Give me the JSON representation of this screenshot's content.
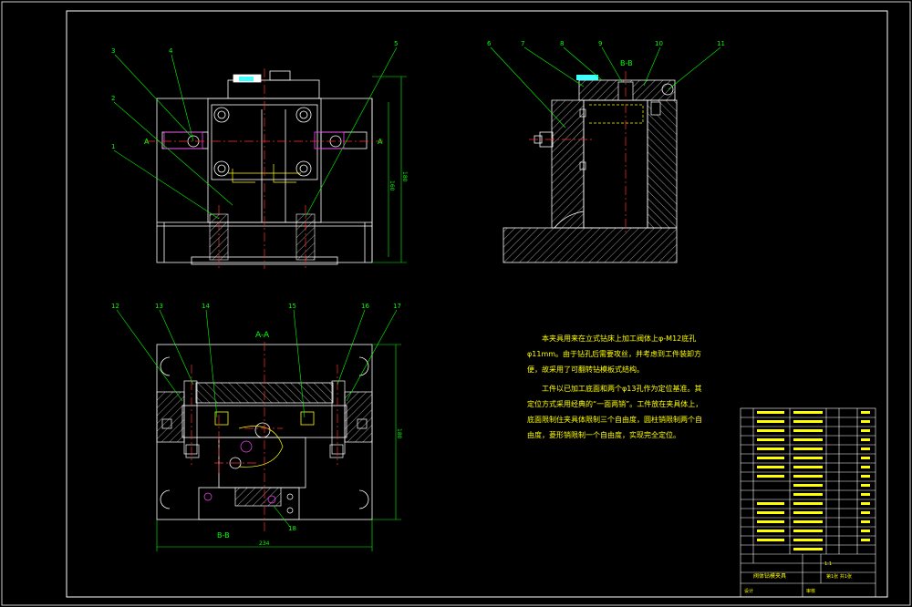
{
  "colors": {
    "background": "#000000",
    "outline": "#ffffff",
    "hatch": "#ffffff",
    "leader": "#00ff00",
    "center_line": "#ff3030",
    "hidden_line": "#ffff00",
    "text": "#ffff00",
    "dimension": "#00ff00",
    "accent_magenta": "#ff40ff",
    "accent_cyan": "#40ffff"
  },
  "views": {
    "front_balloons": [
      "3",
      "4",
      "2",
      "1",
      "5"
    ],
    "section_a_label": "A",
    "side_balloons": [
      "6",
      "7",
      "8",
      "9",
      "10",
      "11"
    ],
    "section_bb_title": "B-B",
    "section_aa_title": "A-A",
    "section_aa_balloons": [
      "12",
      "13",
      "14",
      "15",
      "16",
      "17",
      "18"
    ],
    "section_b_label": "B-B",
    "dimensions": {
      "front_height": "180",
      "front_height_inner": "160",
      "section_height": "180",
      "section_width": "234"
    }
  },
  "notes": {
    "paragraph1": "本夹具用来在立式钻床上加工阀体上φ-M12底孔φ11mm。由于钻孔后需要攻丝，并考虑到工件装卸方便，故采用了可翻转钻模板式结构。",
    "paragraph2": "工件以已加工底面和两个φ13孔作为定位基准。其定位方式采用经典的“一面两销”。工件放在夹具体上，底面限制住夹具体限制三个自由度，圆柱销限制两个自由度，菱形销限制一个自由度，实现完全定位。"
  },
  "title_block": {
    "title": "阀体钻模夹具",
    "footer_left": "设计",
    "footer_mid": "审核",
    "sheet_info": "第1张 共1张",
    "scale": "1:1"
  }
}
